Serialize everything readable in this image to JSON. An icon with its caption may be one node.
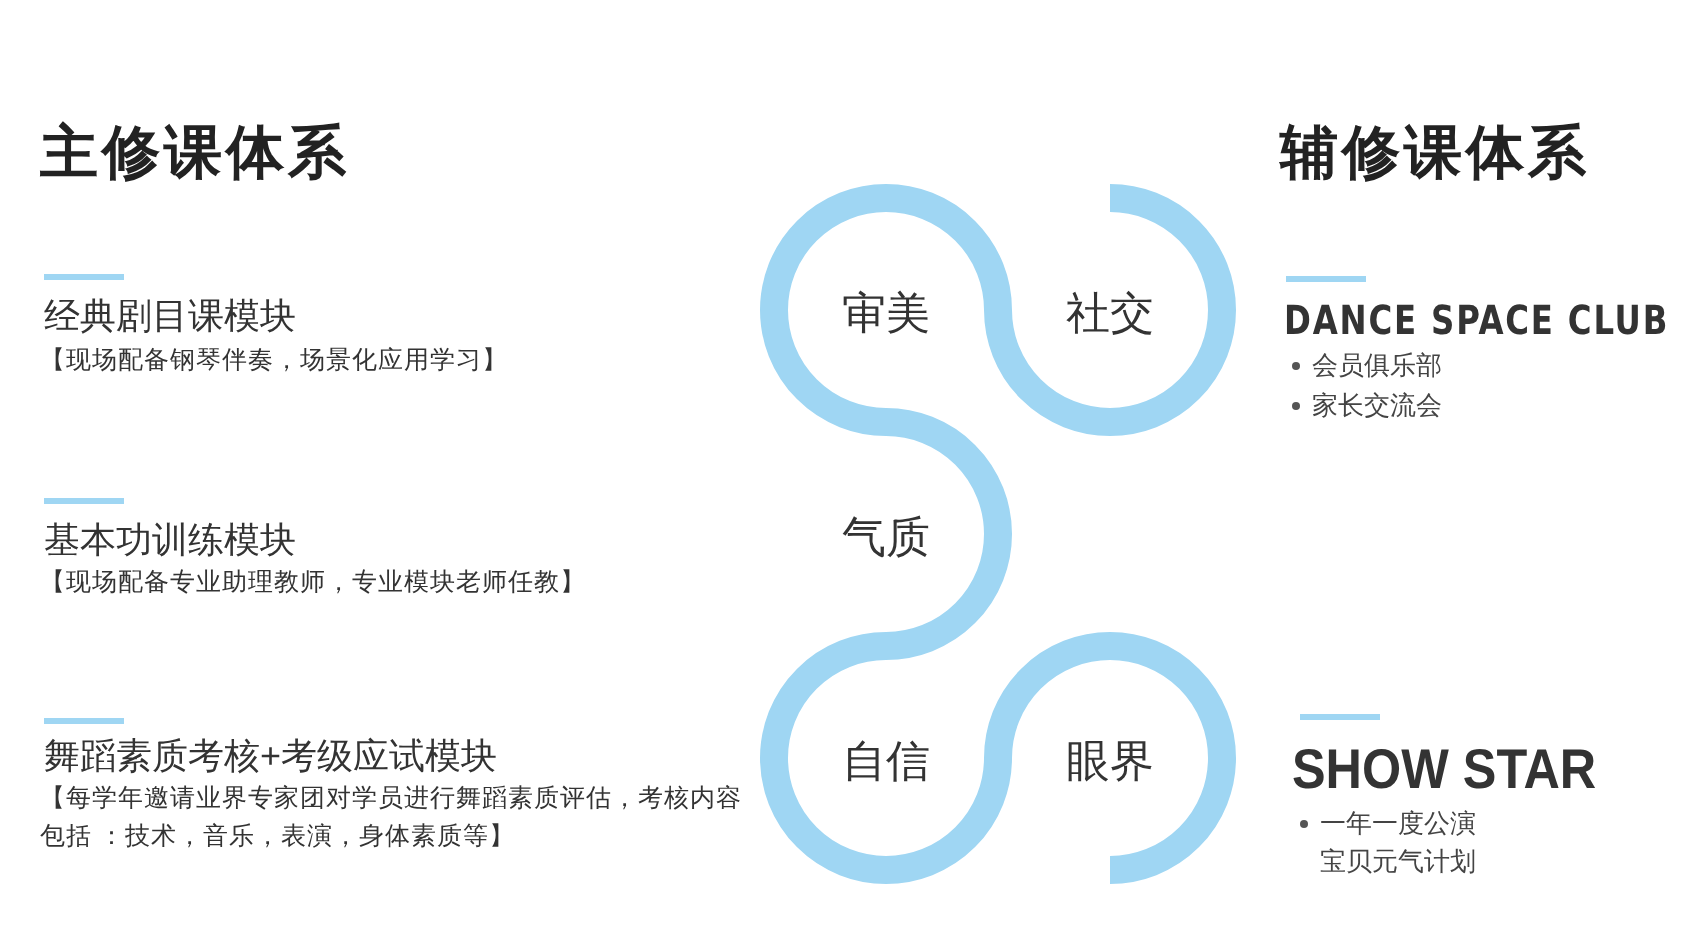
{
  "diagram": {
    "nodes": [
      {
        "text": [
          "审美"
        ]
      },
      {
        "text": [
          "社交"
        ]
      },
      {
        "text": [
          "气质"
        ]
      },
      {
        "text": [
          "自信"
        ]
      },
      {
        "text": [
          "眼界"
        ]
      }
    ],
    "labels": [
      "主修课体系",
      "辅修课体系",
      "经典剧目课模块",
      "【现场配备钢琴伴奏，场景化应用学习】",
      "基本功训练模块",
      "【现场配备专业助理教师，专业模块老师任教】",
      "舞蹈素质考核+考级应试模块",
      "【每学年邀请业界专家团对学员进行舞蹈素质评估，考核内容包括 ：技术，音乐，表演，身体素质等】",
      "DANCE SPACE CLUB",
      "会员俱乐部",
      "家长交流会",
      "SHOW STAR",
      "一年一度公演",
      "宝贝元气计划"
    ]
  }
}
